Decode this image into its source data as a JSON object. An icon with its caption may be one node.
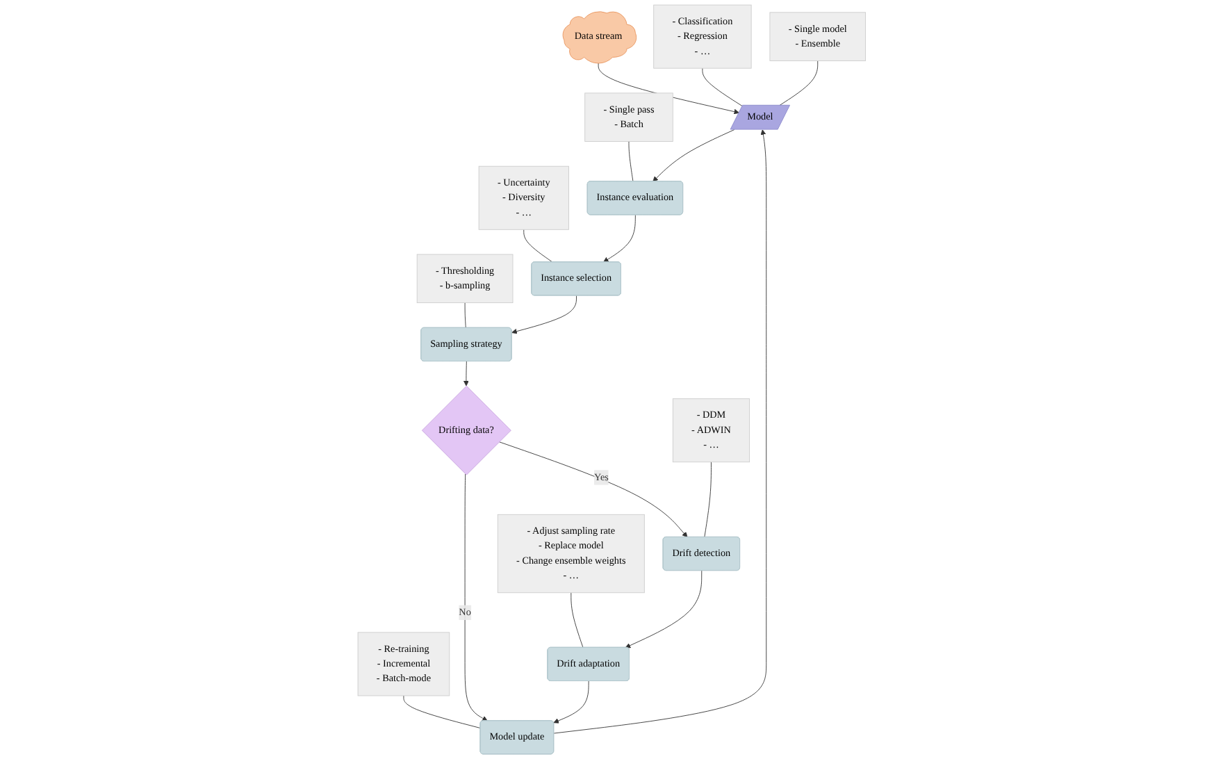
{
  "diagram": {
    "nodes": [
      {
        "text": [
          "- Classification",
          "- Regression",
          "- …"
        ]
      },
      {
        "text": [
          "- Single model",
          "- Ensemble"
        ]
      },
      {
        "text": [
          "- Single pass",
          "- Batch"
        ]
      },
      {
        "text": [
          "- Uncertainty",
          "- Diversity",
          "- …"
        ]
      },
      {
        "text": [
          "- Thresholding",
          "- b-sampling"
        ]
      },
      {
        "text": [
          "Data stream"
        ]
      },
      {
        "text": [
          "Model"
        ]
      },
      {
        "text": [
          "Instance evaluation"
        ]
      },
      {
        "text": [
          "Instance selection"
        ]
      },
      {
        "text": [
          "Sampling strategy"
        ]
      },
      {
        "text": [
          "Model update"
        ]
      },
      {
        "text": [
          "Drifting data?"
        ]
      },
      {
        "text": [
          "- Re-training",
          "- Incremental",
          "- Batch-mode"
        ]
      },
      {
        "text": [
          "Drift adaptation"
        ]
      },
      {
        "text": [
          "Drift detection"
        ]
      },
      {
        "text": [
          "- Adjust sampling rate",
          "- Replace model",
          "- Change ensemble weights",
          "- …"
        ]
      },
      {
        "text": [
          "- DDM",
          "- ADWIN",
          "- …"
        ]
      }
    ],
    "edges": [
      {
        "from": 5,
        "to": 6,
        "arrow": "to"
      },
      {
        "from": 6,
        "to": 7,
        "arrow": "to"
      },
      {
        "from": 7,
        "to": 8,
        "arrow": "to"
      },
      {
        "from": 8,
        "to": 9,
        "arrow": "to"
      },
      {
        "from": 9,
        "to": 11,
        "arrow": "to"
      },
      {
        "from": 11,
        "to": 10,
        "arrow": "to",
        "label": "No"
      },
      {
        "from": 11,
        "to": 14,
        "arrow": "to",
        "label": "Yes"
      },
      {
        "from": 14,
        "to": 13,
        "arrow": "to"
      },
      {
        "from": 13,
        "to": 10,
        "arrow": "to"
      },
      {
        "from": 10,
        "to": 6,
        "arrow": "to"
      },
      {
        "from": 0,
        "to": 6,
        "arrow": "none"
      },
      {
        "from": 1,
        "to": 6,
        "arrow": "none"
      },
      {
        "from": 2,
        "to": 7,
        "arrow": "none"
      },
      {
        "from": 3,
        "to": 8,
        "arrow": "none"
      },
      {
        "from": 4,
        "to": 9,
        "arrow": "none"
      },
      {
        "from": 12,
        "to": 10,
        "arrow": "none"
      },
      {
        "from": 15,
        "to": 13,
        "arrow": "none"
      },
      {
        "from": 16,
        "to": 14,
        "arrow": "none"
      }
    ]
  }
}
